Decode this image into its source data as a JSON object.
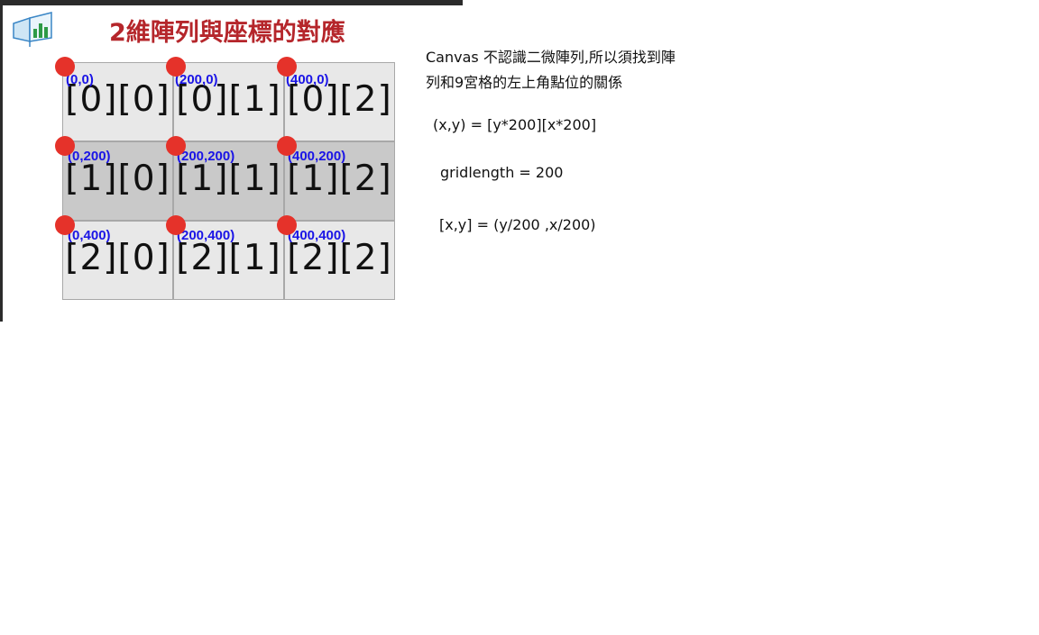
{
  "slide": {
    "title": "2維陣列與座標的對應",
    "logo_icon": "monitor-chart-icon",
    "colors": {
      "title": "#b5262b",
      "coord": "#1a14e6",
      "dot": "#e5322a",
      "cell": "#e8e8e8",
      "cell_mid": "#c9c9c9"
    },
    "cells": [
      [
        "[0][0]",
        "[0][1]",
        "[0][2]"
      ],
      [
        "[1][0]",
        "[1][1]",
        "[1][2]"
      ],
      [
        "[2][0]",
        "[2][1]",
        "[2][2]"
      ]
    ],
    "coords": [
      [
        "(0,0)",
        "(200,0)",
        "(400,0)"
      ],
      [
        "(0,200)",
        "(200,200)",
        "(400,200)"
      ],
      [
        "(0,400)",
        "(200,400)",
        "(400,400)"
      ]
    ]
  },
  "notes": {
    "line1": "Canvas 不認識二微陣列,所以須找到陣",
    "line2": "列和9宮格的左上角點位的關係",
    "formula1": "(x,y) = [y*200][x*200]",
    "formula2": "gridlength = 200",
    "formula3": "[x,y] = (y/200 ,x/200)"
  }
}
